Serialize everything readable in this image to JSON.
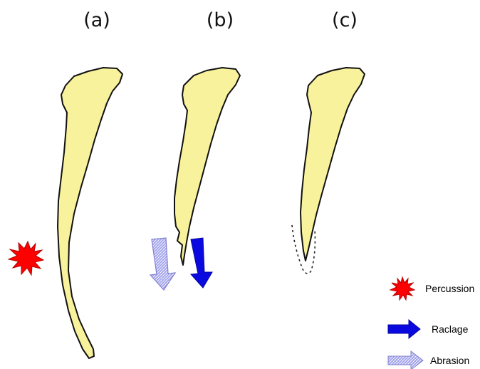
{
  "panels": [
    {
      "label": "(a)"
    },
    {
      "label": "(b)"
    },
    {
      "label": "(c)"
    }
  ],
  "legend": [
    {
      "icon": "starburst-icon",
      "label": "Percussion",
      "color": "#ff0000"
    },
    {
      "icon": "arrow-right-icon",
      "label": "Raclage",
      "color": "#0a0ae0"
    },
    {
      "icon": "hatched-arrow-right-icon",
      "label": "Abrasion",
      "color": "#a6a6ee"
    }
  ],
  "colors": {
    "bone_fill": "#f8f29c",
    "outline": "#111111",
    "percussion": "#ff0000",
    "raclage": "#0a0ae0",
    "abrasion": "#a6a6ee"
  }
}
